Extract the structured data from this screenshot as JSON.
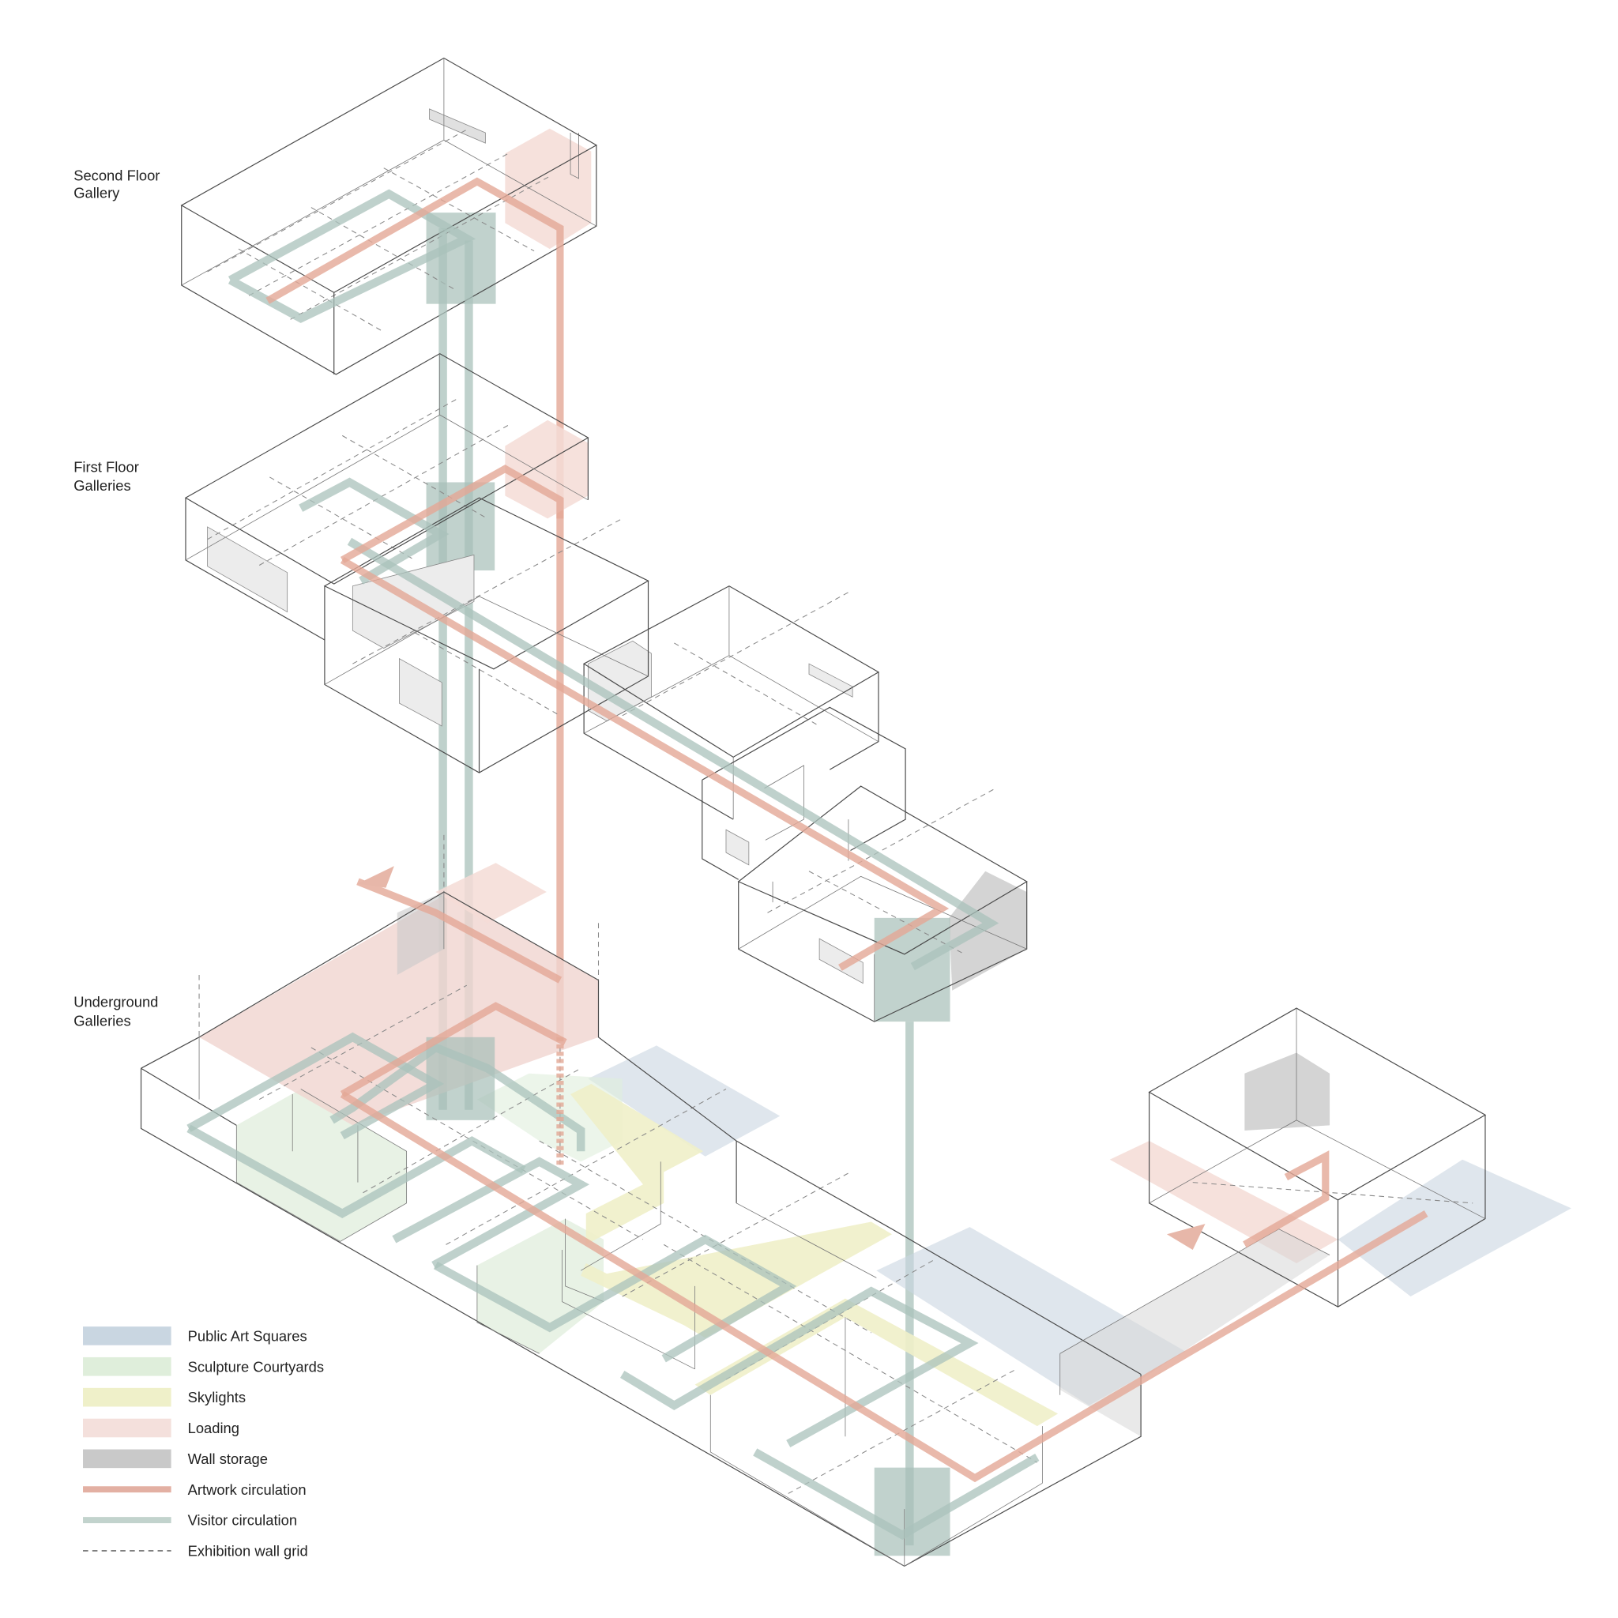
{
  "floor_labels": {
    "second": [
      "Second Floor",
      "Gallery"
    ],
    "first": [
      "First Floor",
      "Galleries"
    ],
    "underground": [
      "Underground",
      "Galleries"
    ]
  },
  "legend": [
    {
      "label": "Public Art Squares",
      "color": "#c9d6e1",
      "kind": "swatch"
    },
    {
      "label": "Sculpture Courtyards",
      "color": "#dfeedb",
      "kind": "swatch"
    },
    {
      "label": "Skylights",
      "color": "#eff0c9",
      "kind": "swatch"
    },
    {
      "label": "Loading",
      "color": "#f4e0dc",
      "kind": "swatch"
    },
    {
      "label": "Wall storage",
      "color": "#c9c9c9",
      "kind": "swatch"
    },
    {
      "label": "Artwork circulation",
      "color": "#e3b0a3",
      "kind": "line"
    },
    {
      "label": "Visitor circulation",
      "color": "#c2d3cd",
      "kind": "line"
    },
    {
      "label": "Exhibition wall grid",
      "color": "#555555",
      "kind": "dashed"
    }
  ]
}
